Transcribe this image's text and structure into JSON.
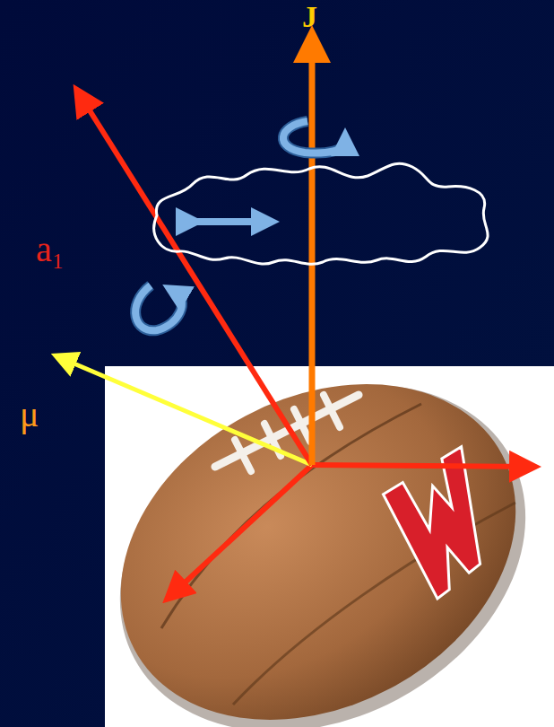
{
  "diagram": {
    "labels": [
      "J",
      "a₁",
      "μ"
    ]
  }
}
